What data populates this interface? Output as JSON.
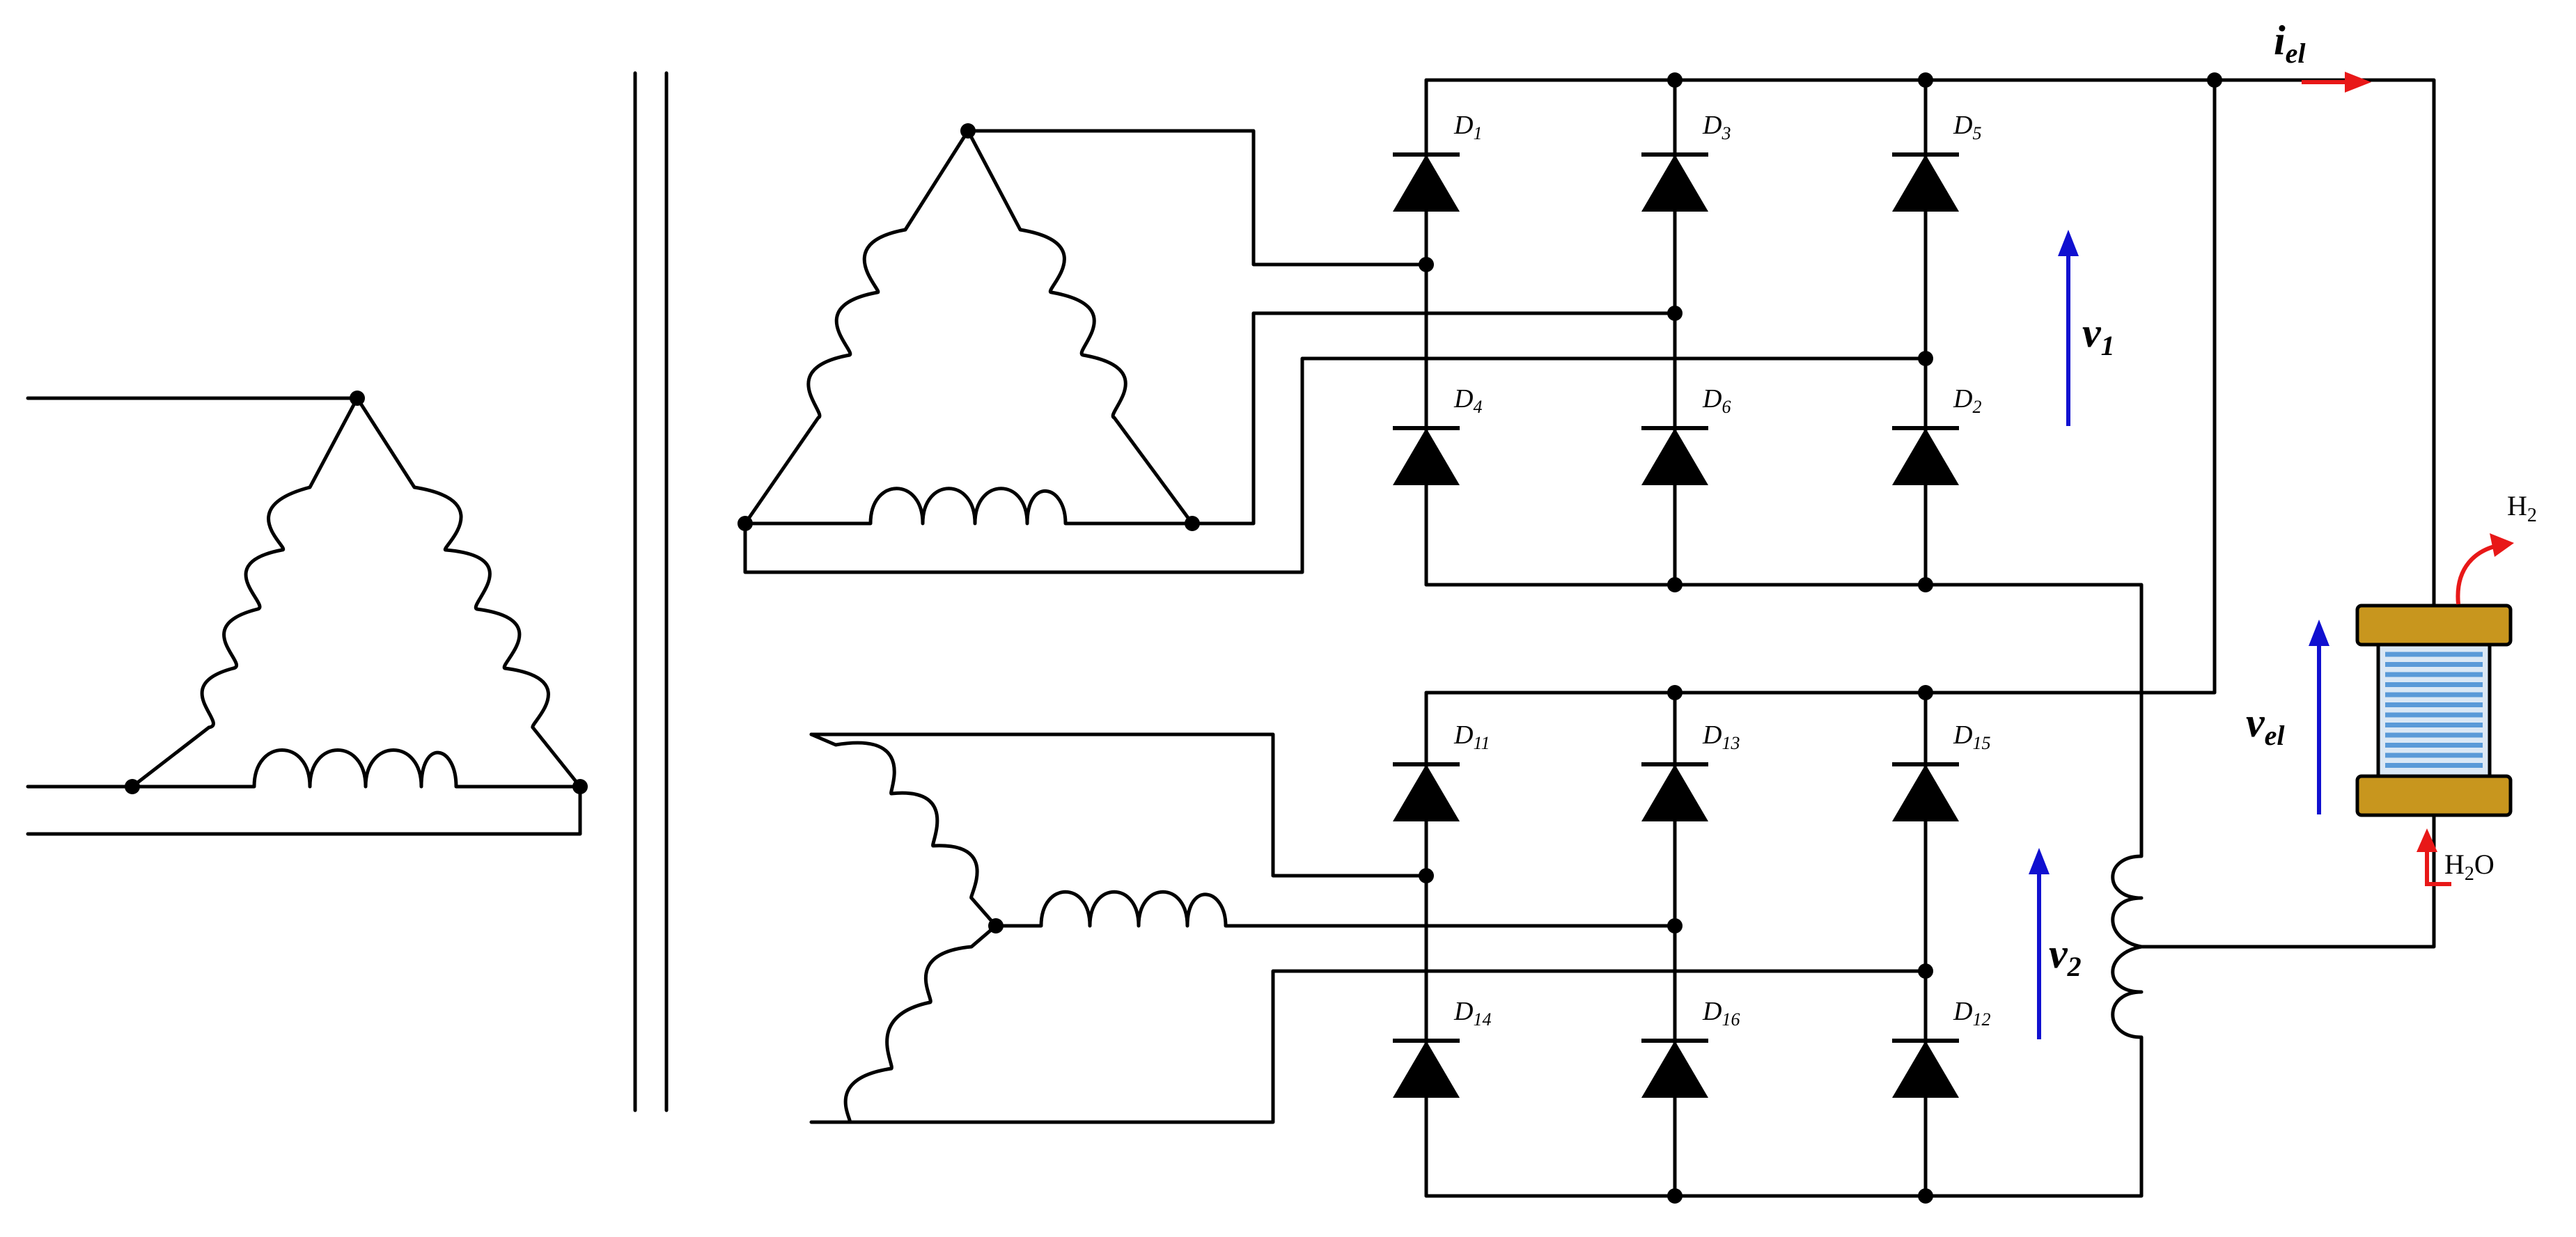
{
  "diodes": [
    {
      "id": "D1",
      "letter": "D",
      "sub": "1"
    },
    {
      "id": "D3",
      "letter": "D",
      "sub": "3"
    },
    {
      "id": "D5",
      "letter": "D",
      "sub": "5"
    },
    {
      "id": "D4",
      "letter": "D",
      "sub": "4"
    },
    {
      "id": "D6",
      "letter": "D",
      "sub": "6"
    },
    {
      "id": "D2",
      "letter": "D",
      "sub": "2"
    },
    {
      "id": "D11",
      "letter": "D",
      "sub": "11"
    },
    {
      "id": "D13",
      "letter": "D",
      "sub": "13"
    },
    {
      "id": "D15",
      "letter": "D",
      "sub": "15"
    },
    {
      "id": "D14",
      "letter": "D",
      "sub": "14"
    },
    {
      "id": "D16",
      "letter": "D",
      "sub": "16"
    },
    {
      "id": "D12",
      "letter": "D",
      "sub": "12"
    }
  ],
  "voltages": {
    "v1": {
      "letter": "v",
      "sub": "1"
    },
    "v2": {
      "letter": "v",
      "sub": "2"
    },
    "vel": {
      "letter": "v",
      "sub": "el"
    }
  },
  "current": {
    "letter": "i",
    "sub": "el"
  },
  "electrolyzer": {
    "h2": {
      "main": "H",
      "sub": "2",
      "rest": ""
    },
    "h2o": {
      "main": "H",
      "sub": "2",
      "rest": "O"
    }
  },
  "colors": {
    "wire": "#000000",
    "voltage_arrow": "#1010d0",
    "current_arrow": "#e81818",
    "electrolyzer_plate": "#c8961e",
    "electrolyzer_stack": "#5a9ad8"
  },
  "icons": {
    "electrolyzer": "electrolyzer-stack-icon",
    "coil": "inductor-coil-icon",
    "diode": "diode-symbol-icon"
  }
}
